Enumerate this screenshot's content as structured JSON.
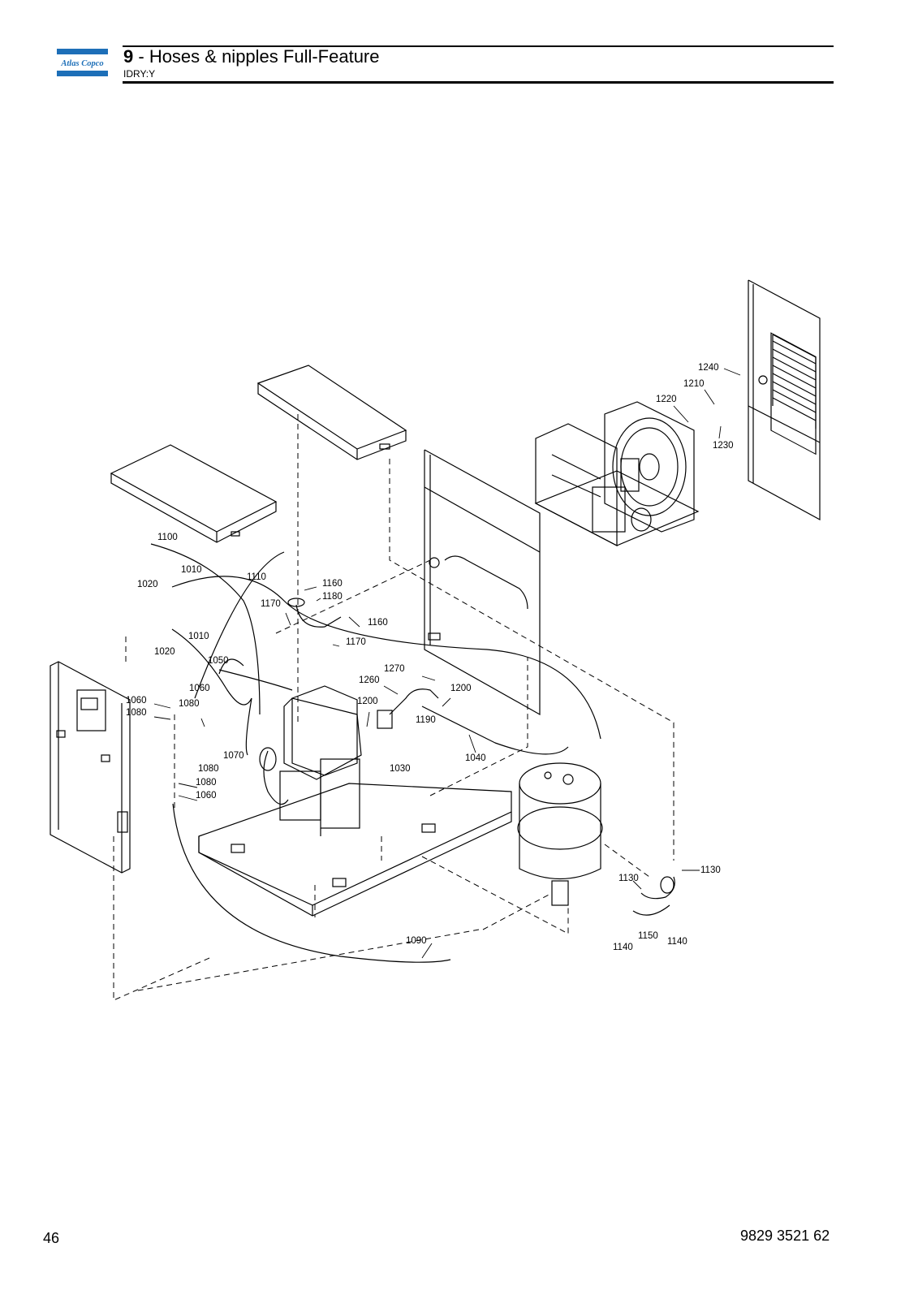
{
  "header": {
    "logo_text": "Atlas Copco",
    "section_number": "9",
    "title": "- Hoses & nipples Full-Feature",
    "subtitle": "IDRY:Y"
  },
  "footer": {
    "page_number": "46",
    "document_number": "9829 3521 62"
  },
  "callouts": {
    "c1240": "1240",
    "c1210": "1210",
    "c1220": "1220",
    "c1230": "1230",
    "c1100": "1100",
    "c1010a": "1010",
    "c1110": "1110",
    "c1020a": "1020",
    "c1160a": "1160",
    "c1180": "1180",
    "c1170a": "1170",
    "c1160b": "1160",
    "c1170b": "1170",
    "c1010b": "1010",
    "c1020b": "1020",
    "c1050": "1050",
    "c1270": "1270",
    "c1260": "1260",
    "c1200a": "1200",
    "c1060a": "1060",
    "c1060b": "1060",
    "c1080a": "1080",
    "c1080b": "1080",
    "c1200b": "1200",
    "c1190": "1190",
    "c1070": "1070",
    "c1040": "1040",
    "c1030": "1030",
    "c1080c": "1080",
    "c1080d": "1080",
    "c1060c": "1060",
    "c1130a": "1130",
    "c1130b": "1130",
    "c1150": "1150",
    "c1140a": "1140",
    "c1140b": "1140",
    "c1090": "1090"
  },
  "colors": {
    "logo_blue": "#1d6fb8",
    "text": "#000000"
  }
}
